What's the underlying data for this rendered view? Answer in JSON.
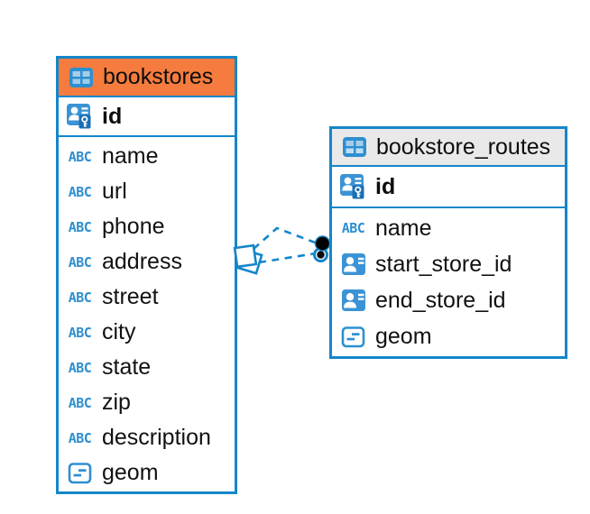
{
  "diagram": {
    "type": "entity-relationship",
    "background": "#FFFFFF",
    "accent_color": "#1486CA"
  },
  "icons": {
    "text_type_glyph": "ABC"
  },
  "tables": [
    {
      "title": "bookstores",
      "header_color": "#F57C3E",
      "primary_key": {
        "name": "id",
        "icon": "primary-key-icon"
      },
      "columns": [
        {
          "name": "name",
          "icon": "text-type-icon"
        },
        {
          "name": "url",
          "icon": "text-type-icon"
        },
        {
          "name": "phone",
          "icon": "text-type-icon"
        },
        {
          "name": "address",
          "icon": "text-type-icon"
        },
        {
          "name": "street",
          "icon": "text-type-icon"
        },
        {
          "name": "city",
          "icon": "text-type-icon"
        },
        {
          "name": "state",
          "icon": "text-type-icon"
        },
        {
          "name": "zip",
          "icon": "text-type-icon"
        },
        {
          "name": "description",
          "icon": "text-type-icon"
        },
        {
          "name": "geom",
          "icon": "geometry-type-icon"
        }
      ]
    },
    {
      "title": "bookstore_routes",
      "header_color": "#E9E9E9",
      "primary_key": {
        "name": "id",
        "icon": "primary-key-icon"
      },
      "columns": [
        {
          "name": "name",
          "icon": "text-type-icon"
        },
        {
          "name": "start_store_id",
          "icon": "foreign-key-icon"
        },
        {
          "name": "end_store_id",
          "icon": "foreign-key-icon"
        },
        {
          "name": "geom",
          "icon": "geometry-type-icon"
        }
      ]
    }
  ],
  "relationships": [
    {
      "from_table": "bookstore_routes",
      "from_column": "start_store_id",
      "to_table": "bookstores",
      "to_column": "id",
      "line_style": "dashed",
      "color": "#1486CA"
    },
    {
      "from_table": "bookstore_routes",
      "from_column": "end_store_id",
      "to_table": "bookstores",
      "to_column": "id",
      "line_style": "dashed",
      "color": "#1486CA"
    }
  ]
}
